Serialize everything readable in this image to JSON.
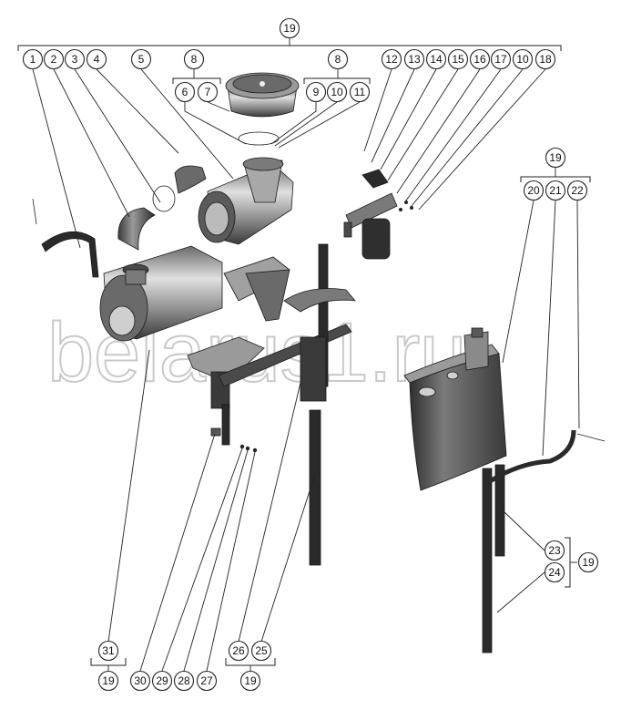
{
  "watermark": "belarus1.ru",
  "callouts": [
    {
      "id": "c19-top",
      "label": "19"
    },
    {
      "id": "c1",
      "label": "1"
    },
    {
      "id": "c2",
      "label": "2"
    },
    {
      "id": "c3",
      "label": "3"
    },
    {
      "id": "c4",
      "label": "4"
    },
    {
      "id": "c5",
      "label": "5"
    },
    {
      "id": "c8a",
      "label": "8"
    },
    {
      "id": "c6",
      "label": "6"
    },
    {
      "id": "c7",
      "label": "7"
    },
    {
      "id": "c8b",
      "label": "8"
    },
    {
      "id": "c9",
      "label": "9"
    },
    {
      "id": "c10a",
      "label": "10"
    },
    {
      "id": "c11",
      "label": "11"
    },
    {
      "id": "c12",
      "label": "12"
    },
    {
      "id": "c13",
      "label": "13"
    },
    {
      "id": "c14",
      "label": "14"
    },
    {
      "id": "c15",
      "label": "15"
    },
    {
      "id": "c16",
      "label": "16"
    },
    {
      "id": "c17",
      "label": "17"
    },
    {
      "id": "c10b",
      "label": "10"
    },
    {
      "id": "c18",
      "label": "18"
    },
    {
      "id": "c19-right",
      "label": "19"
    },
    {
      "id": "c20",
      "label": "20"
    },
    {
      "id": "c21",
      "label": "21"
    },
    {
      "id": "c22",
      "label": "22"
    },
    {
      "id": "c23",
      "label": "23"
    },
    {
      "id": "c24",
      "label": "24"
    },
    {
      "id": "c19-mid",
      "label": "19"
    },
    {
      "id": "c31",
      "label": "31"
    },
    {
      "id": "c19-bl",
      "label": "19"
    },
    {
      "id": "c30",
      "label": "30"
    },
    {
      "id": "c29",
      "label": "29"
    },
    {
      "id": "c28",
      "label": "28"
    },
    {
      "id": "c27",
      "label": "27"
    },
    {
      "id": "c26",
      "label": "26"
    },
    {
      "id": "c25",
      "label": "25"
    },
    {
      "id": "c19-bm",
      "label": "19"
    }
  ]
}
